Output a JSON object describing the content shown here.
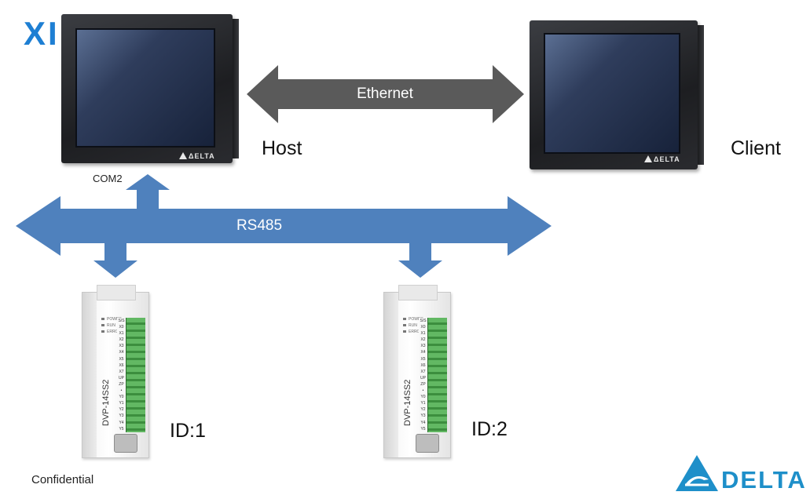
{
  "logo_top_left": "XINJE",
  "logo_bottom_right": "DELTA",
  "hmi": {
    "host": {
      "brand": "ΔELTA"
    },
    "client": {
      "brand": "ΔELTA"
    }
  },
  "labels": {
    "host": "Host",
    "client": "Client",
    "com_port": "COM2",
    "ethernet": "Ethernet",
    "rs485": "RS485",
    "id1": "ID:1",
    "id2": "ID:2",
    "confidential": "Confidential"
  },
  "plc": {
    "model": "DVP-14SS2",
    "led_labels": [
      "POWER",
      "RUN",
      "ERROR"
    ],
    "terminal_labels": [
      "S/S",
      "X0",
      "X1",
      "X2",
      "X3",
      "X4",
      "X5",
      "X6",
      "X7",
      "UP",
      "ZP",
      "•",
      "Y0",
      "Y1",
      "Y2",
      "Y3",
      "Y4",
      "Y5"
    ]
  },
  "colors": {
    "ethernet_arrow": "#5a5a5a",
    "rs485_arrow": "#4f81bd",
    "xinje_blue": "#1e7fd3",
    "delta_blue": "#1e8fc9"
  }
}
